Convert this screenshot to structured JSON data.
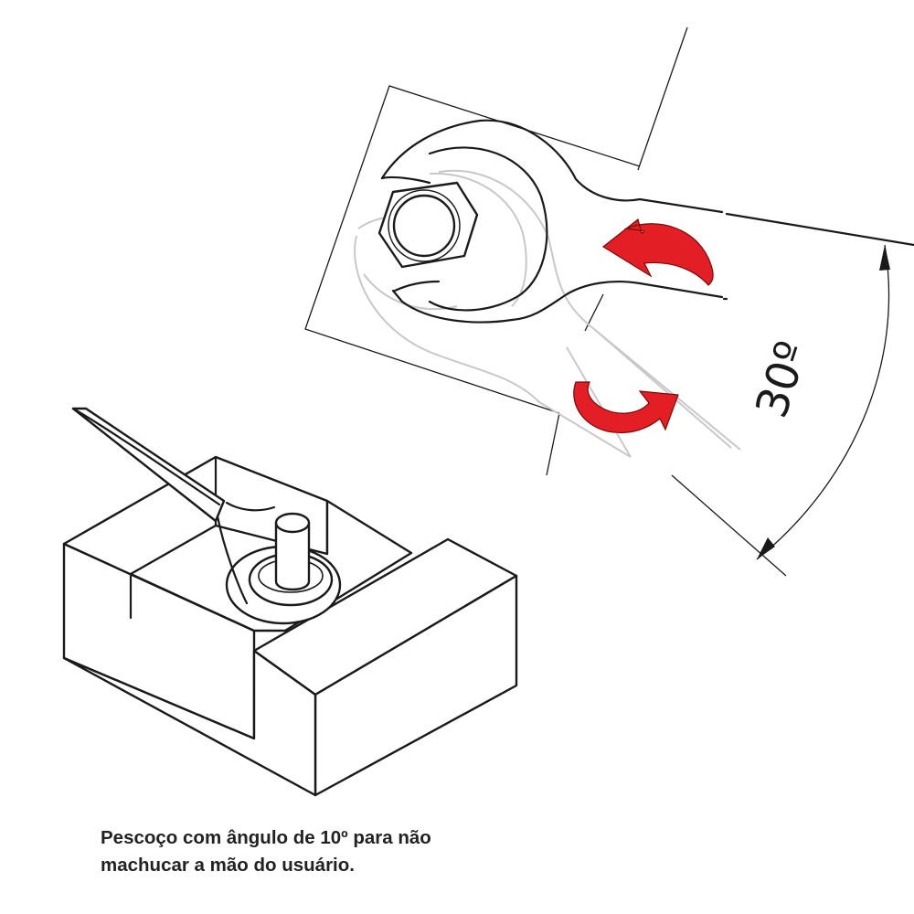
{
  "caption": {
    "line1": "Pescoço com ângulo de 10º para não",
    "line2": "machucar a mão do usuário."
  },
  "angle_label": "30º",
  "colors": {
    "ink": "#1a1a1a",
    "ghost": "#c8c8c8",
    "arrow_fill": "#e31e24",
    "arrow_stroke": "#7a0a0a",
    "caption": "#222222"
  },
  "icons": [
    "rotate-counterclockwise-arrow-icon",
    "rotate-clockwise-arrow-icon",
    "dimension-arrowhead-icon"
  ]
}
